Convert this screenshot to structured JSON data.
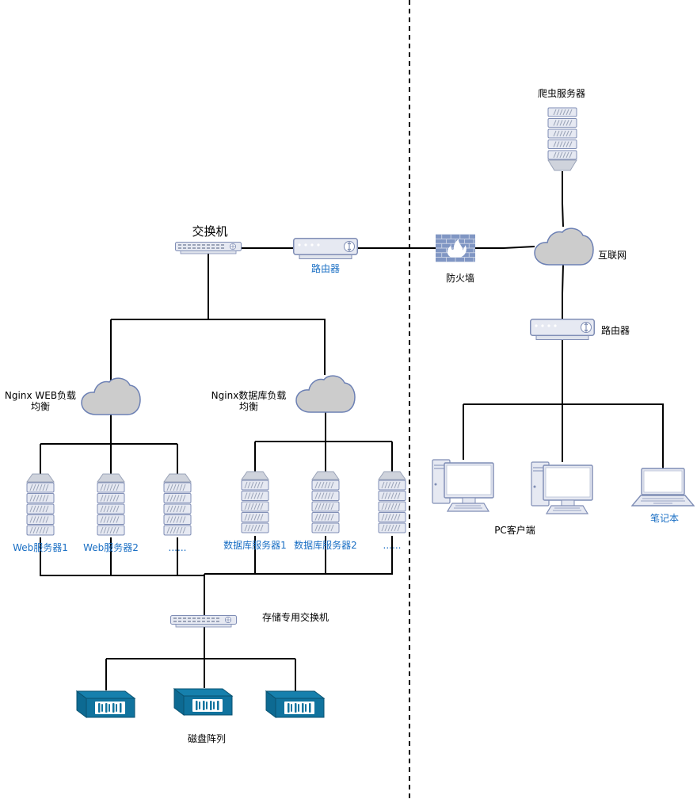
{
  "labels": {
    "core_switch": "交换机",
    "left_router": "路由器",
    "firewall": "防火墙",
    "crawler_server": "爬虫服务器",
    "internet": "互联网",
    "right_router": "路由器",
    "nginx_web_1": "Nginx WEB负载",
    "nginx_web_2": "均衡",
    "nginx_db_1": "Nginx数据库负载",
    "nginx_db_2": "均衡",
    "web_server_1": "Web服务器1",
    "web_server_2": "Web服务器2",
    "web_more": "......",
    "db_server_1": "数据库服务器1",
    "db_server_2": "数据库服务器2",
    "db_more": "......",
    "storage_switch": "存储专用交换机",
    "disk_array": "磁盘阵列",
    "pc_client": "PC客户端",
    "laptop": "笔记本"
  },
  "colors": {
    "line": "#000000",
    "device_fill": "#e6e9f2",
    "device_stroke": "#7f8db5",
    "cloud_fill": "#cccccc",
    "cloud_stroke": "#6c80b4",
    "disk_fill": "#10739e",
    "firewall": "#8096c3",
    "label_blue": "#1a6fc4"
  }
}
